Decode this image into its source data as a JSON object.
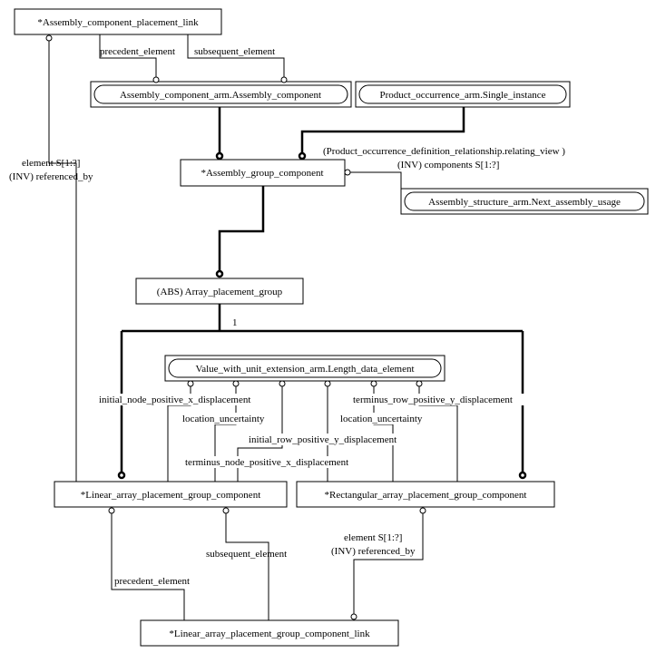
{
  "entities": {
    "assembly_link": "*Assembly_component_placement_link",
    "assembly_component": "Assembly_component_arm.Assembly_component",
    "single_instance": "Product_occurrence_arm.Single_instance",
    "assembly_group_component": "*Assembly_group_component",
    "next_assembly_usage": "Assembly_structure_arm.Next_assembly_usage",
    "array_placement_group": "(ABS) Array_placement_group",
    "length_data_element": "Value_with_unit_extension_arm.Length_data_element",
    "linear_component": "*Linear_array_placement_group_component",
    "rectangular_component": "*Rectangular_array_placement_group_component",
    "linear_link": "*Linear_array_placement_group_component_link"
  },
  "labels": {
    "precedent_element_top": "precedent_element",
    "subsequent_element_top": "subsequent_element",
    "element_left_1": "element S[1:?]",
    "element_left_2": "(INV) referenced_by",
    "relating_view_1": "(Product_occurrence_definition_relationship.relating_view )",
    "relating_view_2": "(INV) components S[1:?]",
    "one": "1",
    "initial_node": "initial_node_positive_x_displacement",
    "location_uncertainty_1": "location_uncertainty",
    "initial_row": "initial_row_positive_y_displacement",
    "terminus_node": "terminus_node_positive_x_displacement",
    "terminus_row": "terminus_row_positive_y_displacement",
    "location_uncertainty_2": "location_uncertainty",
    "subsequent_element_bottom": "subsequent_element",
    "precedent_element_bottom": "precedent_element",
    "element_right_1": "element S[1:?]",
    "element_right_2": "(INV) referenced_by"
  }
}
